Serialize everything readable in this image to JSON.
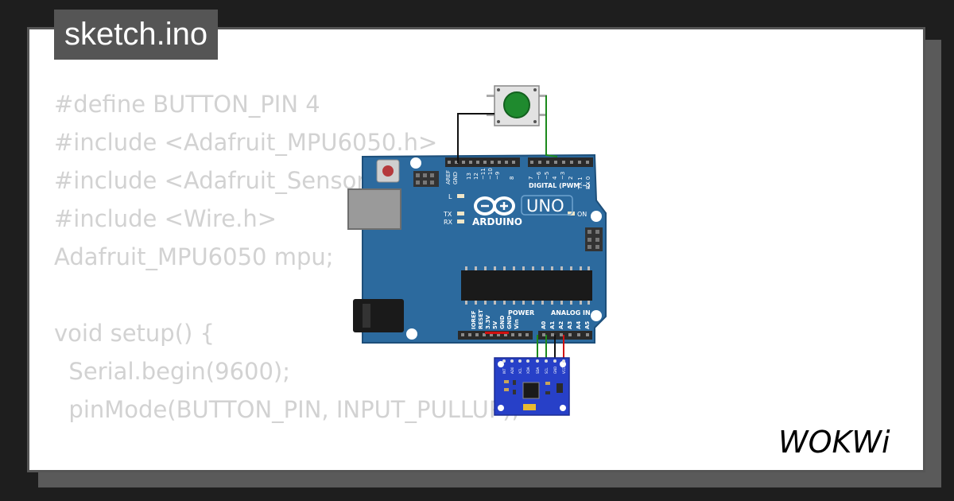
{
  "title": "sketch.ino",
  "code_lines": [
    "#define BUTTON_PIN 4",
    "#include <Adafruit_MPU6050.h>",
    "#include <Adafruit_Sensor.h>",
    "#include <Wire.h>",
    "Adafruit_MPU6050 mpu;",
    "",
    "void setup() {",
    "  Serial.begin(9600);",
    "  pinMode(BUTTON_PIN, INPUT_PULLUP);"
  ],
  "board": {
    "brand": "ARDUINO",
    "model": "UNO",
    "digital_header": "DIGITAL (PWM ~)",
    "power_header": "POWER",
    "analog_header": "ANALOG IN",
    "led_l": "L",
    "led_tx": "TX",
    "led_rx": "RX",
    "led_on": "ON",
    "digital_pins": [
      "AREF",
      "GND",
      "13",
      "12",
      "~11",
      "~10",
      "~9",
      "8",
      "7",
      "~6",
      "~5",
      "4",
      "~3",
      "2",
      "TX 1",
      "RX 0"
    ],
    "power_pins": [
      "IOREF",
      "RESET",
      "3.3V",
      "5V",
      "GND",
      "GND",
      "Vin"
    ],
    "analog_pins": [
      "A0",
      "A1",
      "A2",
      "A3",
      "A4",
      "A5"
    ]
  },
  "sensor_pins": [
    "INT",
    "AD0",
    "XCL",
    "XDA",
    "SDA",
    "SCL",
    "GND",
    "VCC"
  ],
  "logo": "WOKWi",
  "colors": {
    "board": "#2c6a9e",
    "board_edge": "#1d4f7a",
    "button_cap": "#1f8a2e",
    "wire_green": "#1c8a1c",
    "wire_black": "#111111",
    "wire_red": "#d01010",
    "code_text": "#d2d2d2"
  }
}
